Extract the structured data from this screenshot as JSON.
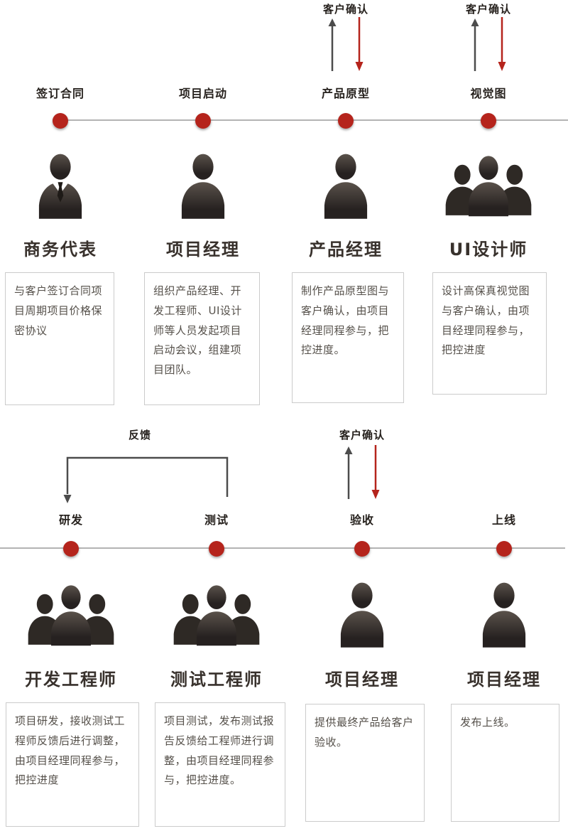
{
  "colors": {
    "accent_red": "#b5241c",
    "icon_dark": "#332c27",
    "timeline_gray": "#b3b3b3",
    "box_border": "#cbcbcb",
    "label_text": "#27221e",
    "body_text": "#55504a",
    "arrow_gray": "#4c4c4c"
  },
  "rows": [
    {
      "stages": [
        {
          "label": "签订合同",
          "role": "商务代表",
          "icon": "businessman",
          "desc": "与客户签订合同项目周期项目价格保密协议"
        },
        {
          "label": "项目启动",
          "role": "项目经理",
          "icon": "person",
          "desc": "组织产品经理、开发工程师、UI设计师等人员发起项目启动会议，组建项目团队。"
        },
        {
          "label": "产品原型",
          "role": "产品经理",
          "icon": "person",
          "confirm": "客户确认",
          "desc": "制作产品原型图与客户确认，由项目经理同程参与，把控进度。"
        },
        {
          "label": "视觉图",
          "role": "UI设计师",
          "icon": "team",
          "confirm": "客户确认",
          "desc": "设计高保真视觉图与客户确认，由项目经理同程参与，把控进度"
        }
      ]
    },
    {
      "feedback_label": "反馈",
      "stages": [
        {
          "label": "研发",
          "role": "开发工程师",
          "icon": "team",
          "desc": "项目研发，接收测试工程师反馈后进行调整，由项目经理同程参与，把控进度"
        },
        {
          "label": "测试",
          "role": "测试工程师",
          "icon": "team",
          "desc": "项目测试，发布测试报告反馈给工程师进行调整，由项目经理同程参与，把控进度。"
        },
        {
          "label": "验收",
          "role": "项目经理",
          "icon": "person",
          "confirm": "客户确认",
          "desc": "提供最终产品给客户验收。"
        },
        {
          "label": "上线",
          "role": "项目经理",
          "icon": "person",
          "desc": "发布上线。"
        }
      ]
    }
  ]
}
